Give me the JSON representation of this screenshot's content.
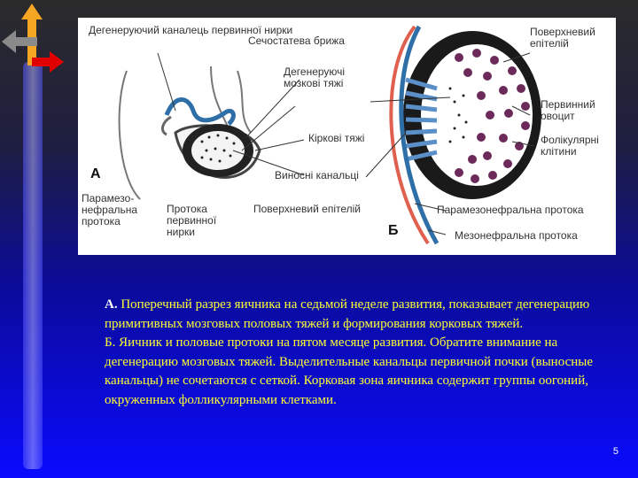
{
  "figure": {
    "label_a": "А",
    "label_b": "Б",
    "labels": {
      "degen_tubule": "Дегенеруючий каналець первинної нирки",
      "mesorchium": "Сечостатева брижа",
      "degen_medullary": "Дегенеруючі мозкові тяжі",
      "cortical_cords": "Кіркові тяжі",
      "efferent_ductules": "Виносні канальці",
      "surface_epith_a": "Поверхневий епітелій",
      "paramesonephric_a": "Парамезо- нефральна протока",
      "primary_kidney_duct": "Протока первинної нирки",
      "surface_epith_b": "Поверхневий епітелій",
      "primary_oocyte": "Первинний овоцит",
      "follicular_cells": "Фолікулярні клітини",
      "paramesonephric_b": "Парамезонефральна протока",
      "mesonephric_b": "Мезонефральна протока"
    }
  },
  "caption": {
    "a_label": "А.",
    "a_text": " Поперечный разрез яичника на седьмой неделе развития, показывает дегенерацию примитивных мозговых половых тяжей и формирования корковых тяжей.",
    "b_text": "Б. Яичник и половые протоки на пятом месяце развития. Обратите внимание на дегенерацию мозговых тяжей. Выделительные канальцы первичной почки (выносные канальцы) не сочетаются с сеткой. Корковая зона яичника содержит группы оогоний, окруженных фолликулярными клетками."
  },
  "page_number": "5",
  "icons": [
    "arrow-up-icon",
    "arrow-left-icon",
    "arrow-right-icon"
  ],
  "colors": {
    "caption_text": "#ffff33",
    "arrow_up": "#f5a623",
    "arrow_left": "#888888",
    "arrow_right": "#e00000"
  }
}
